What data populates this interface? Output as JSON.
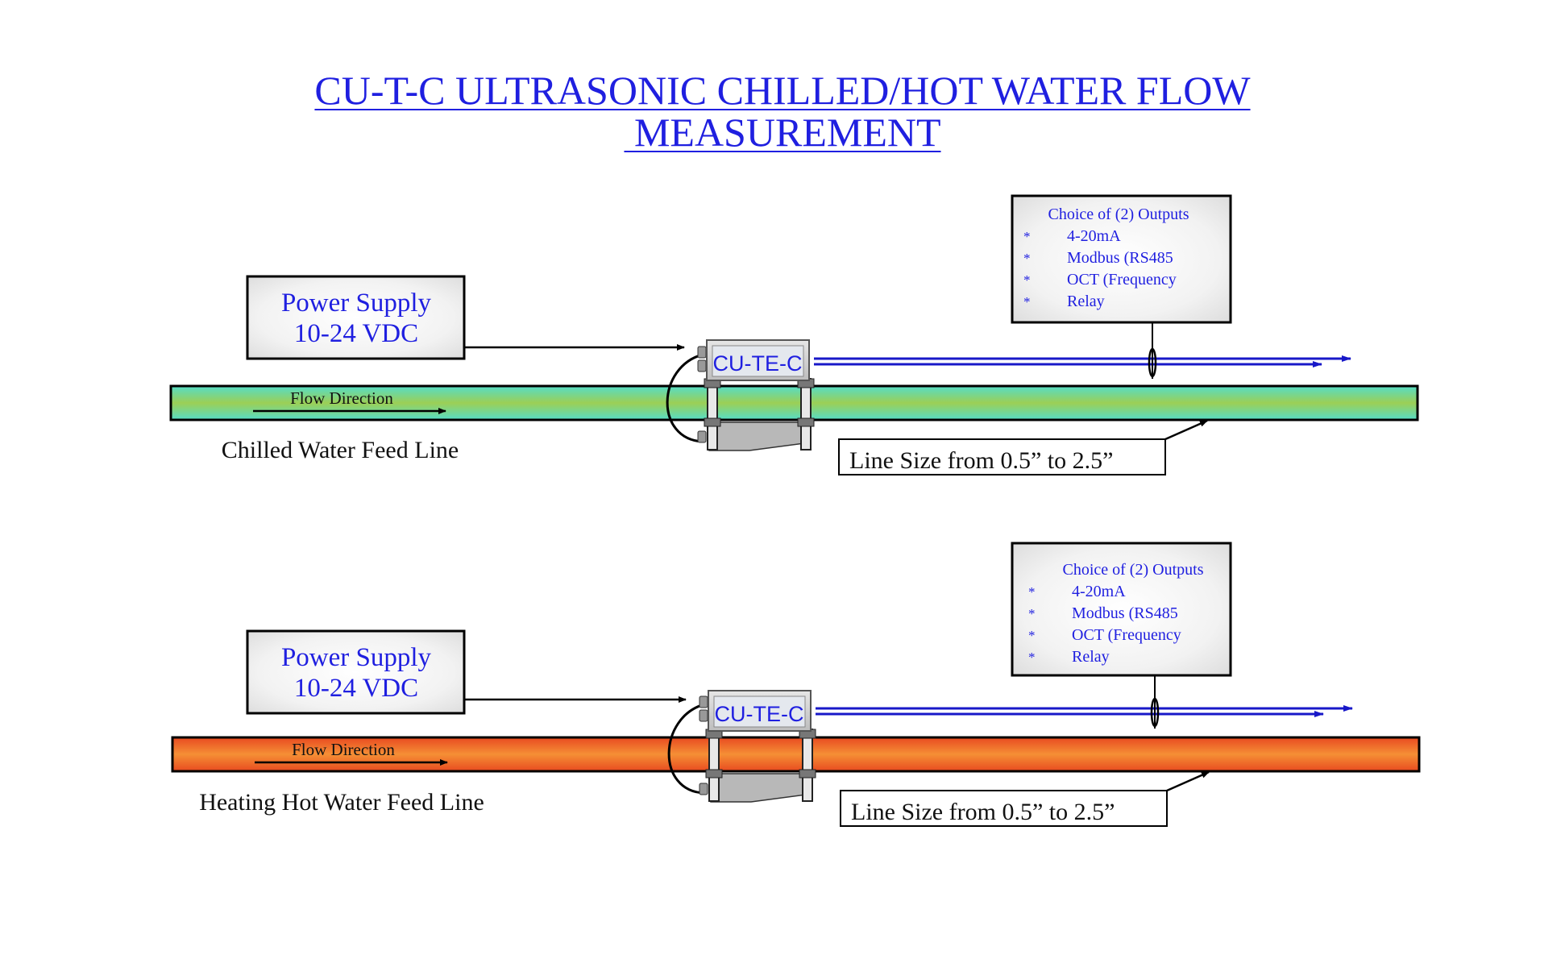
{
  "title": {
    "line1": "CU-T-C ULTRASONIC CHILLED/HOT WATER FLOW",
    "line2": " MEASUREMENT"
  },
  "colors": {
    "title": "#1f1fe0",
    "chilled_pipe_edge": "#55ddc8",
    "chilled_pipe_center": "#9ccf55",
    "hot_pipe_edge": "#e84a20",
    "hot_pipe_center": "#f58f35",
    "signal_lines": "#1818c8",
    "label_text": "#111111"
  },
  "chilled": {
    "power_supply": {
      "line1": "Power Supply",
      "line2": "10-24 VDC"
    },
    "device_label": "CU-TE-C",
    "flow_direction": "Flow Direction",
    "feed_line_label": "Chilled Water Feed Line",
    "line_size": "Line Size from 0.5” to 2.5”",
    "outputs": {
      "heading": "Choice of (2) Outputs",
      "bullet": "*",
      "items": [
        "4-20mA",
        "Modbus (RS485",
        "OCT (Frequency",
        "Relay"
      ]
    }
  },
  "hot": {
    "power_supply": {
      "line1": "Power Supply",
      "line2": "10-24 VDC"
    },
    "device_label": "CU-TE-C",
    "flow_direction": "Flow Direction",
    "feed_line_label": "Heating Hot Water Feed Line",
    "line_size": "Line Size from 0.5” to 2.5”",
    "outputs": {
      "heading": "Choice of (2) Outputs",
      "bullet": "*",
      "items": [
        "4-20mA",
        "Modbus (RS485",
        "OCT (Frequency",
        "Relay"
      ]
    }
  }
}
